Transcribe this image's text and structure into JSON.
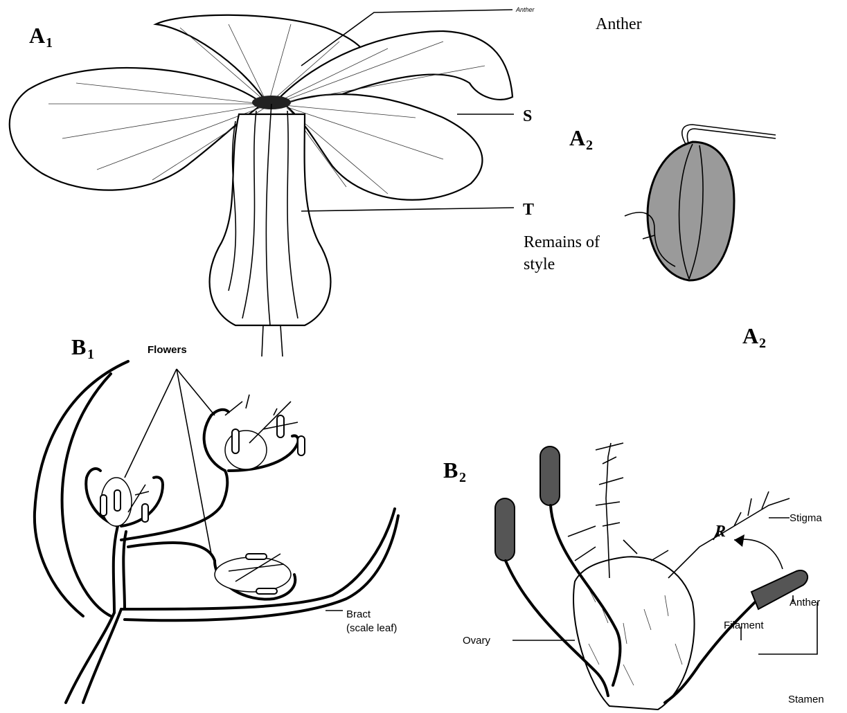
{
  "panels": {
    "a1": "A",
    "a1_sub": "1",
    "a2_top": "A",
    "a2_top_sub": "2",
    "a2_bottom": "A",
    "a2_bottom_sub": "2",
    "b1": "B",
    "b1_sub": "1",
    "b2": "B",
    "b2_sub": "2"
  },
  "labels": {
    "anther_small": "Anther",
    "anther_top": "Anther",
    "s": "S",
    "t": "T",
    "remains_line1": "Remains of",
    "remains_line2": "style",
    "flowers": "Flowers",
    "bract_line1": "Bract",
    "bract_line2": "(scale leaf)",
    "stigma": "Stigma",
    "r": "R",
    "anther_b2": "Anther",
    "filament": "Filament",
    "ovary": "Ovary",
    "stamen": "Stamen"
  }
}
